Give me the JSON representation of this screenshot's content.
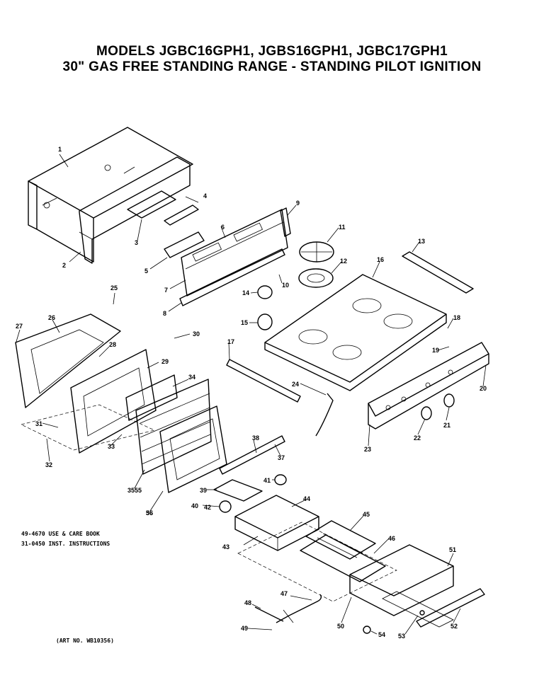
{
  "header": {
    "line1": "MODELS JGBC16GPH1, JGBS16GPH1, JGBC17GPH1",
    "line2": "30\" GAS FREE STANDING RANGE - STANDING PILOT IGNITION"
  },
  "notes": {
    "line1": "49-4670 USE & CARE BOOK",
    "line2": "31-0450 INST. INSTRUCTIONS"
  },
  "art_no": "(ART NO. WB10356)",
  "callouts": [
    "1",
    "2",
    "3",
    "4",
    "5",
    "6",
    "7",
    "8",
    "9",
    "10",
    "11",
    "12",
    "13",
    "14",
    "15",
    "16",
    "17",
    "18",
    "19",
    "20",
    "21",
    "22",
    "23",
    "24",
    "25",
    "26",
    "27",
    "28",
    "29",
    "30",
    "31",
    "32",
    "33",
    "34",
    "35",
    "36",
    "37",
    "38",
    "39",
    "40",
    "41",
    "42",
    "43",
    "44",
    "45",
    "46",
    "47",
    "48",
    "49",
    "50",
    "51",
    "52",
    "53",
    "54",
    "55",
    "56"
  ]
}
